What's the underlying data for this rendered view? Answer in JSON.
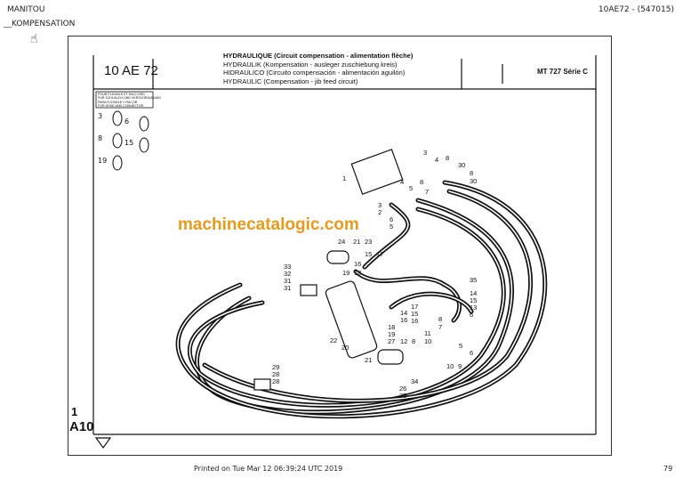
{
  "header": {
    "brand": "MANITOU",
    "doc_ref": "10AE72 - (547015)",
    "section": "__KOMPENSATION",
    "hand_icon": "hand-pointer-icon"
  },
  "sheet": {
    "code": "10 AE 72",
    "titles": [
      "HYDRAULIQUE (Circuit compensation - alimentation flèche)",
      "HYDRAULIK (Kompensation - ausleger zuschiebung kreis)",
      "HIDRAULICO (Circuito compensación - alimentación aguilón)",
      "HYDRAULIC (Compensation - jib feed circuit)"
    ],
    "model": "MT 727 Série C",
    "legend": [
      "POUR FLEXIBLE ET RACCORD",
      "FUR SCHLAUCH UND VERSCHRAUBUNG",
      "PARA FLEXIBLE Y RACOR",
      "FOR HOSE AND CONNECTOR"
    ],
    "clamp_refs": [
      "3",
      "6",
      "8",
      "15",
      "19"
    ],
    "page_marker_top": "1",
    "page_marker": "A10",
    "callouts": [
      "1",
      "3",
      "4",
      "8",
      "30",
      "8",
      "30",
      "4",
      "5",
      "8",
      "7",
      "3",
      "2",
      "6",
      "5",
      "24",
      "21",
      "23",
      "15",
      "17",
      "16",
      "19",
      "18",
      "33",
      "32",
      "31",
      "31",
      "35",
      "14",
      "15",
      "13",
      "6",
      "17",
      "15",
      "16",
      "14",
      "16",
      "8",
      "7",
      "18",
      "19",
      "27",
      "12",
      "8",
      "11",
      "10",
      "22",
      "20",
      "5",
      "6",
      "10",
      "9",
      "21",
      "34",
      "26",
      "35",
      "29",
      "28",
      "28"
    ]
  },
  "watermark": "machinecatalogic.com",
  "footer": {
    "printed": "Printed on  Tue Mar 12 06:39:24 UTC 2019",
    "page": "79"
  }
}
